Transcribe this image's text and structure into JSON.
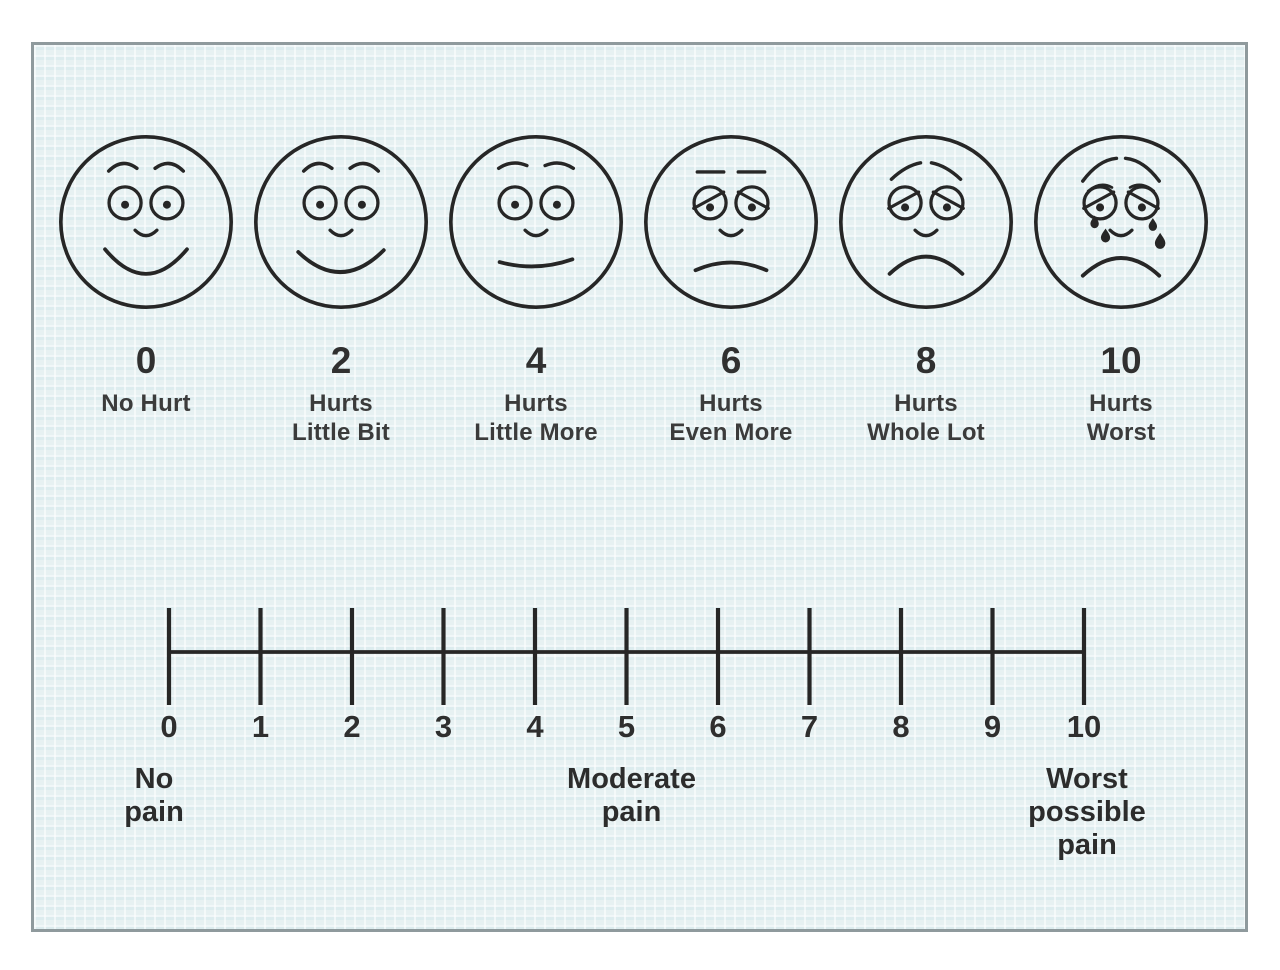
{
  "colors": {
    "ink": "#262626",
    "text": "#2e2e2e",
    "frame_border": "#8f9a9d",
    "background": "#e7f1f2"
  },
  "faces_scale": {
    "items": [
      {
        "value": "0",
        "label_lines": [
          "No Hurt"
        ],
        "expression": "no-hurt"
      },
      {
        "value": "2",
        "label_lines": [
          "Hurts",
          "Little Bit"
        ],
        "expression": "hurts-little-bit"
      },
      {
        "value": "4",
        "label_lines": [
          "Hurts",
          "Little More"
        ],
        "expression": "hurts-little-more"
      },
      {
        "value": "6",
        "label_lines": [
          "Hurts",
          "Even More"
        ],
        "expression": "hurts-even-more"
      },
      {
        "value": "8",
        "label_lines": [
          "Hurts",
          "Whole Lot"
        ],
        "expression": "hurts-whole-lot"
      },
      {
        "value": "10",
        "label_lines": [
          "Hurts",
          "Worst"
        ],
        "expression": "hurts-worst"
      }
    ]
  },
  "numeric_scale": {
    "tick_labels": [
      "0",
      "1",
      "2",
      "3",
      "4",
      "5",
      "6",
      "7",
      "8",
      "9",
      "10"
    ],
    "captions": [
      {
        "lines": [
          "No",
          "pain"
        ],
        "at_tick": 0
      },
      {
        "lines": [
          "Moderate",
          "pain"
        ],
        "at_tick": 5
      },
      {
        "lines": [
          "Worst",
          "possible",
          "pain"
        ],
        "at_tick": 10
      }
    ]
  }
}
